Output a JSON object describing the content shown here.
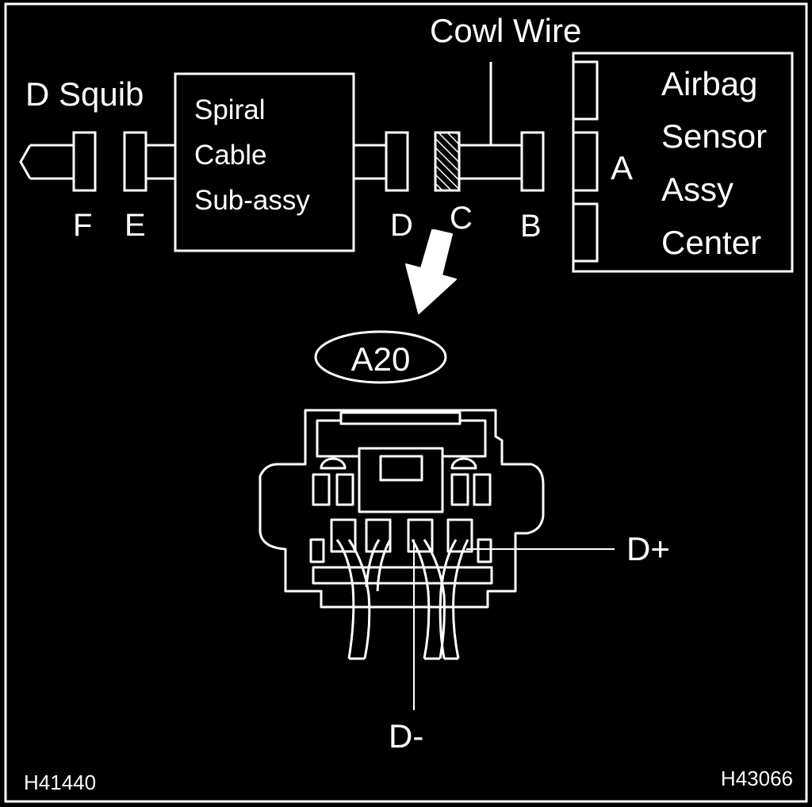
{
  "labels": {
    "cowl_wire": "Cowl Wire",
    "d_squib": "D Squib",
    "spiral_line1": "Spiral",
    "spiral_line2": "Cable",
    "spiral_line3": "Sub-assy",
    "airbag_line1": "Airbag",
    "airbag_line2": "Sensor",
    "airbag_line3": "Assy",
    "airbag_line4": "Center",
    "conn_a": "A",
    "conn_b": "B",
    "conn_c": "C",
    "conn_d": "D",
    "conn_e": "E",
    "conn_f": "F",
    "connector_id": "A20",
    "pin_d_plus": "D+",
    "pin_d_minus": "D-",
    "ref_left": "H41440",
    "ref_right": "H43066"
  },
  "colors": {
    "background": "#000000",
    "line": "#ffffff",
    "text": "#ffffff"
  }
}
